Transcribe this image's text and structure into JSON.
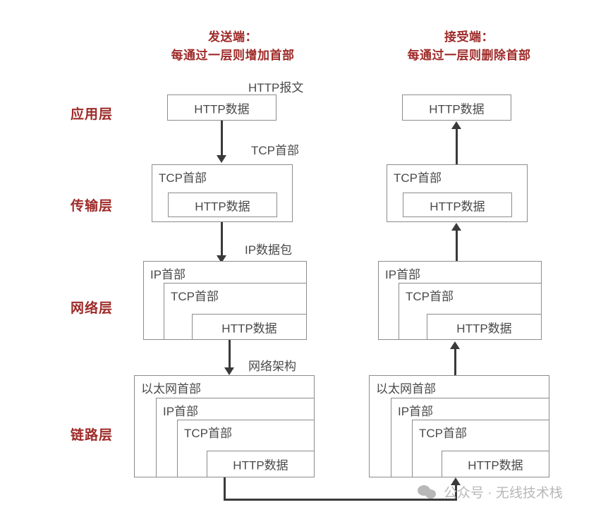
{
  "diagram": {
    "columns": {
      "sender": {
        "title_line1": "发送端：",
        "title_line2": "每通过一层则增加首部"
      },
      "receiver": {
        "title_line1": "接受端：",
        "title_line2": "每通过一层则删除首部"
      }
    },
    "layers": [
      {
        "name": "应用层"
      },
      {
        "name": "传输层"
      },
      {
        "name": "网络层"
      },
      {
        "name": "链路层"
      }
    ],
    "annotations": {
      "http_message": "HTTP报文",
      "tcp_header": "TCP首部",
      "ip_packet": "IP数据包",
      "network_frame": "网络架构"
    },
    "labels": {
      "http_data": "HTTP数据",
      "tcp_header": "TCP首部",
      "ip_header": "IP首部",
      "ethernet_header": "以太网首部"
    },
    "colors": {
      "accent_red": "#9e2a28",
      "box_border": "#8c8c8c",
      "text_gray": "#4a4a4a",
      "arrow": "#3a3a3a",
      "watermark": "#b8b8b8"
    }
  },
  "watermark": {
    "text": "公众号 · 无线技术栈",
    "icon": "wechat-icon"
  }
}
